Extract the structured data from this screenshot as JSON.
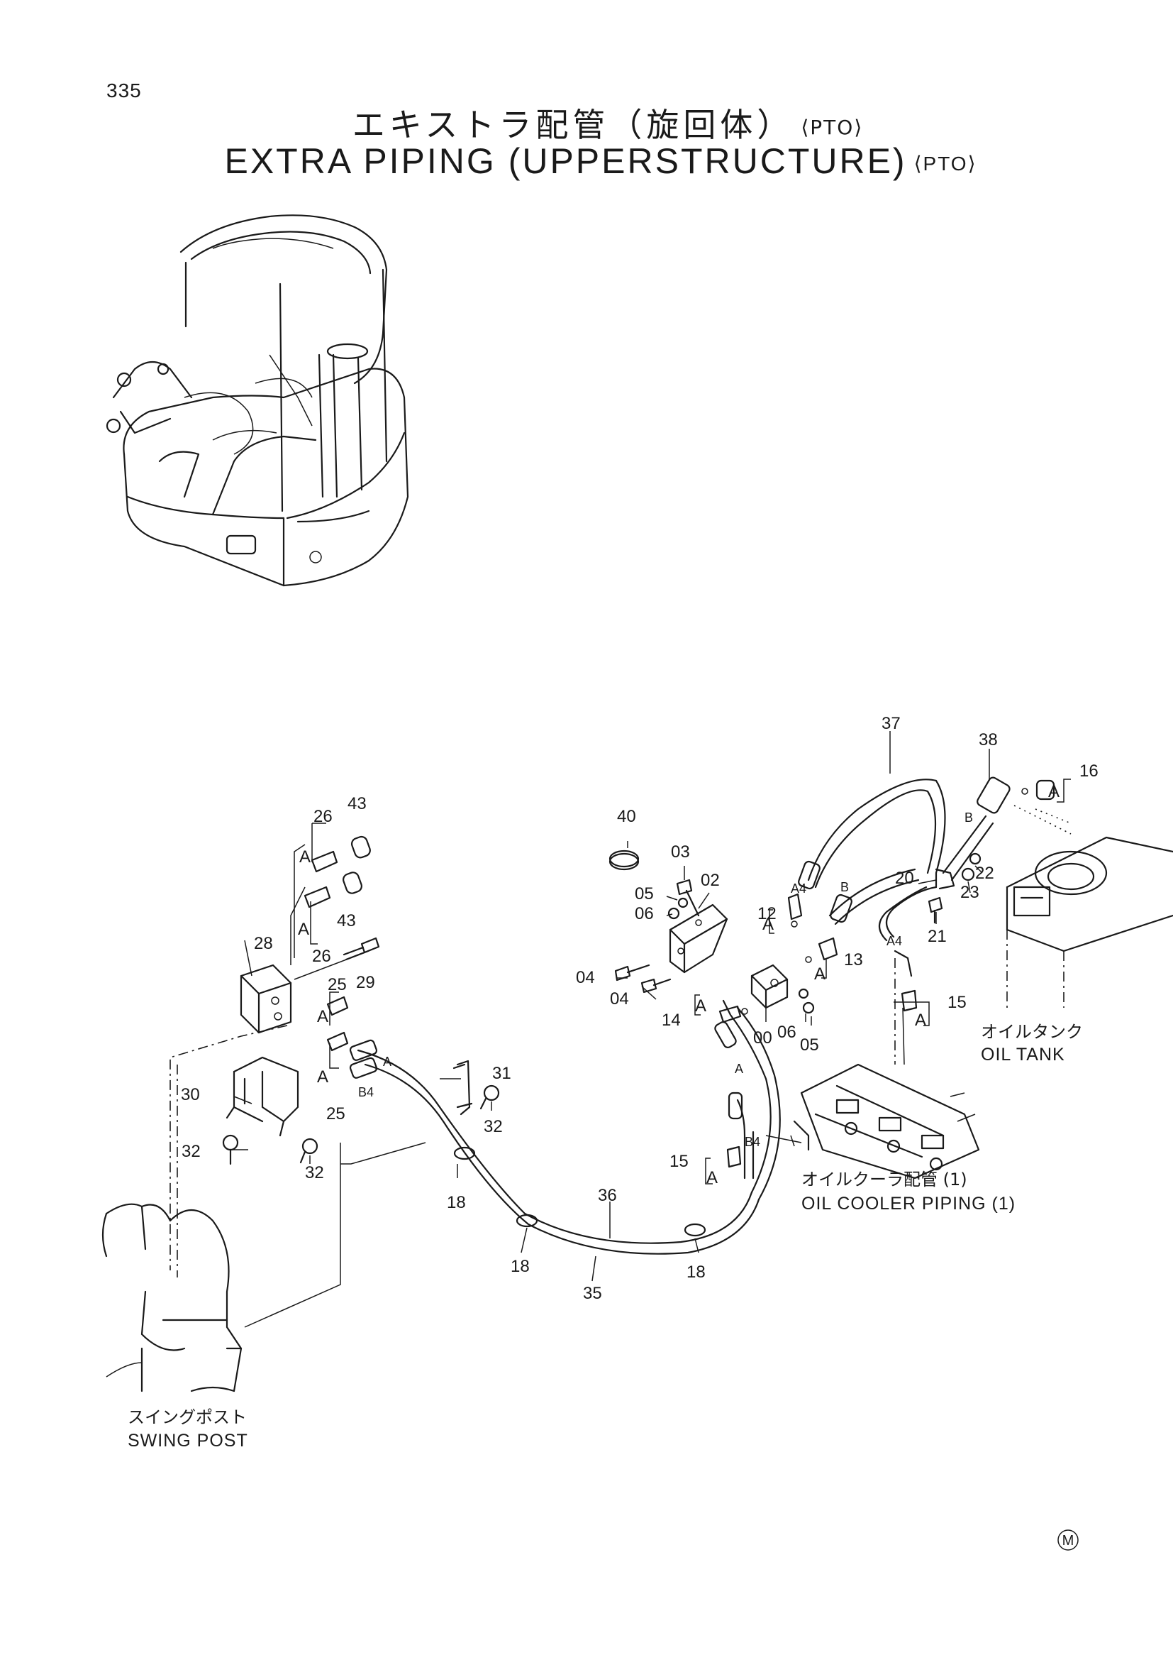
{
  "header": {
    "page_number": "335",
    "title_jp": "エキストラ配管（旋回体）",
    "title_en": "EXTRA PIPING (UPPERSTRUCTURE)",
    "title_suffix": "⟨PTO⟩"
  },
  "callouts": {
    "c00": "00",
    "c02": "02",
    "c03": "03",
    "c04a": "04",
    "c04b": "04",
    "c05a": "05",
    "c05b": "05",
    "c06a": "06",
    "c06b": "06",
    "c12": "12",
    "c13": "13",
    "c14": "14",
    "c15a": "15",
    "c15b": "15",
    "c16": "16",
    "c18a": "18",
    "c18b": "18",
    "c18c": "18",
    "c20": "20",
    "c21": "21",
    "c22": "22",
    "c23": "23",
    "c25a": "25",
    "c25b": "25",
    "c26a": "26",
    "c26b": "26",
    "c28": "28",
    "c29": "29",
    "c30": "30",
    "c31": "31",
    "c32a": "32",
    "c32b": "32",
    "c32c": "32",
    "c35": "35",
    "c36": "36",
    "c37": "37",
    "c38": "38",
    "c40": "40",
    "c43a": "43",
    "c43b": "43"
  },
  "port_marks": {
    "A": "A",
    "B": "B",
    "A4": "A4",
    "B4": "B4"
  },
  "labels": {
    "oil_tank_ja": "オイルタンク",
    "oil_tank_en": "OIL TANK",
    "oil_cooler_ja": "オイルクーラ配管 (1)",
    "oil_cooler_en": "OIL COOLER PIPING (1)",
    "swing_post_ja": "スイングポスト",
    "swing_post_en": "SWING POST"
  },
  "footer": {
    "maker_mark": "M"
  }
}
